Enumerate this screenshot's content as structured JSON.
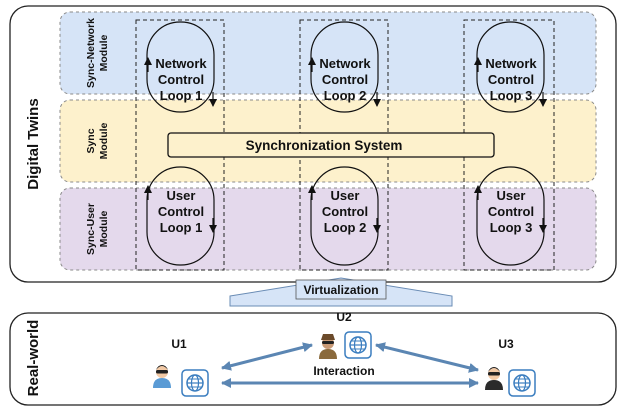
{
  "digital_twins": {
    "label": "Digital Twins",
    "modules": {
      "network": {
        "label_line1": "Sync-Network",
        "label_line2": "Module",
        "color": "#d6e4f7"
      },
      "sync": {
        "label_line1": "Sync",
        "label_line2": "Module",
        "color": "#fdf1cc"
      },
      "user": {
        "label_line1": "Sync-User",
        "label_line2": "Module",
        "color": "#e4d9ec"
      }
    },
    "network_loops": [
      {
        "line1": "Network",
        "line2": "Control",
        "line3": "Loop 1"
      },
      {
        "line1": "Network",
        "line2": "Control",
        "line3": "Loop 2"
      },
      {
        "line1": "Network",
        "line2": "Control",
        "line3": "Loop 3"
      }
    ],
    "user_loops": [
      {
        "line1": "User",
        "line2": "Control",
        "line3": "Loop 1"
      },
      {
        "line1": "User",
        "line2": "Control",
        "line3": "Loop 2"
      },
      {
        "line1": "User",
        "line2": "Control",
        "line3": "Loop 3"
      }
    ],
    "sync_system": "Synchronization System"
  },
  "virtualization": {
    "label": "Virtualization",
    "color": "#d6e4f7"
  },
  "real_world": {
    "label": "Real-world",
    "users": [
      {
        "label": "U1",
        "icons": [
          "user-icon",
          "globe-icon"
        ]
      },
      {
        "label": "U2",
        "icons": [
          "user-icon",
          "globe-icon"
        ]
      },
      {
        "label": "U3",
        "icons": [
          "user-icon",
          "globe-icon"
        ]
      }
    ],
    "interaction": "Interaction",
    "arrow_color": "#5b86b3"
  }
}
